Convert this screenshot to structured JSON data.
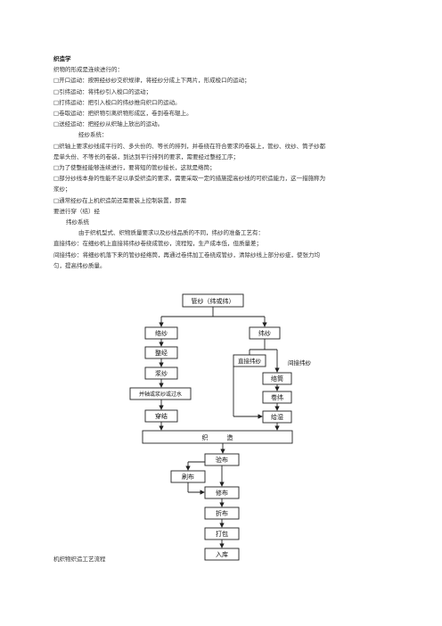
{
  "doc": {
    "title": "织造学",
    "lines": [
      "织物的形成是连续进行的：",
      "□开口运动：按照经纱纱交织规律，将经纱分成上下两片，形成梭口的运动；",
      "□引纬运动：将纬纱引入梭口的运动；",
      "□打纬运动：把引入梭口的纬纱推向织口的运动。",
      "□卷取运动：把织物引离织物形成区，卷到卷布辊上。",
      "□送经运动：把经纱从织轴上放出的运动。"
    ],
    "section1_heading": "经纱系统：",
    "section1_lines": [
      "□织轴上要求纱线成平行的、多头份的、等长的排列，并卷绕在符合要求的卷装上，管纱、纹纱、筒子纱都",
      "是单头份、不等长的卷装，到达到平行排列的要求，需要经过整经工序；",
      "□为了使整经能够连续进行，要将短的管纱接长，这就是络筒；",
      "□部分纱线本身的性能不足以承受织造的要求，需要采取一定的措施提高纱线的可织造能力，这一措施称为",
      "浆纱；",
      "□通常经纱在上机织造前还需要装上控制装置，即需",
      "要进行穿（结）经"
    ],
    "section2_heading": "纬纱系统",
    "section2_lines": [
      "由于织机型式、织物质量要求以及纱线品质的不同，纬纱的准备工艺有：",
      "直接纬纱：在细纱机上直接将纬纱卷绕成管纱，流程短，生产成本低，但质量差；",
      "间接纬纱：将细纱机落下来的管纱经络筒，再通过卷纬加工卷绕成管纱，清除纱线上部分纱疵，使张力均",
      "匀，提高纬纱质量。"
    ]
  },
  "flowchart": {
    "top": "管纱（纬或纬）",
    "warp": [
      "络纱",
      "整经",
      "浆纱",
      "并轴或浆纱或过水",
      "穿结"
    ],
    "weft_top": "纬纱",
    "weft_direct": "直接纬纱",
    "weft_indirect_label": "间接纬纱",
    "weft_indirect": [
      "络筒",
      "卷纬",
      "给湿"
    ],
    "weave": "织　　　造",
    "finish": [
      "验布",
      "刷布",
      "修布",
      "折布",
      "打包",
      "入库"
    ]
  },
  "caption": "机织物织造工艺流程"
}
